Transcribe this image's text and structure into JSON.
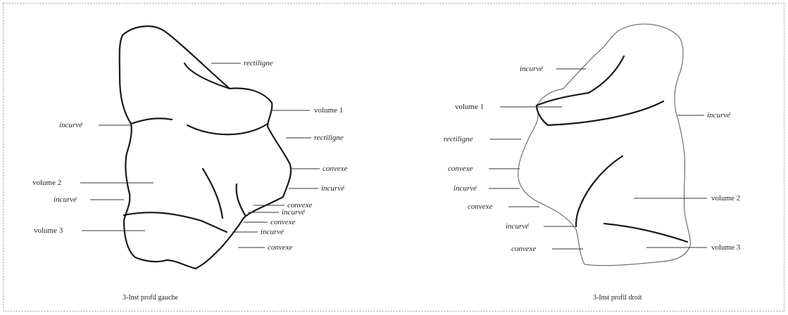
{
  "colors": {
    "outline": "#1a1a1a",
    "thin_outline": "#555555",
    "border": "#9a9a9a",
    "leader": "#333333"
  },
  "left_figure": {
    "caption": "3-Inst profil gauche",
    "labels": {
      "rectiligne_top": "rectiligne",
      "volume_1": "volume 1",
      "incurve_left": "incurvé",
      "rectiligne_right": "rectiligne",
      "convexe_1": "convexe",
      "volume_2": "volume 2",
      "incurve_right_1": "incurvé",
      "incurve_left_2": "incurvé",
      "convexe_2": "convexe",
      "incurve_right_2": "incurvé",
      "convexe_3": "convexe",
      "volume_3": "volume 3",
      "incurve_right_3": "incurvé",
      "convexe_4": "convexe"
    }
  },
  "right_figure": {
    "caption": "3-Inst profil droit",
    "labels": {
      "incurve_top": "incurvé",
      "volume_1": "volume 1",
      "incurve_right": "incurvé",
      "rectiligne": "rectiligne",
      "convexe_1": "convexe",
      "incurve_left": "incurvé",
      "convexe_2": "convexe",
      "volume_2": "volume 2",
      "incurve_lower": "incurvé",
      "convexe_3": "convexe",
      "volume_3": "volume 3"
    }
  }
}
